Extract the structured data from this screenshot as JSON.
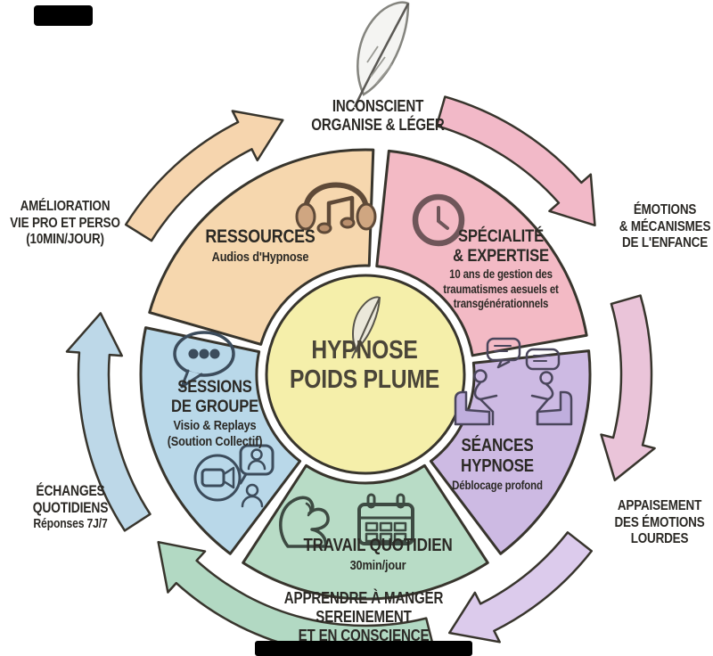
{
  "title": "Hypnose Poids Plume — cycle diagram",
  "center": {
    "line1": "HYPNOSE",
    "line2": "POIDS PLUME",
    "bg": "#f5efaa",
    "icon": "feather-icon"
  },
  "segments": [
    {
      "name": "ressources",
      "color": "#f6d7ae",
      "icon": "headphones-music-note-icon",
      "lines": [
        "RESSOURCES"
      ],
      "sub": [
        "Audios d'Hypnose"
      ]
    },
    {
      "name": "specialite-expertise",
      "color": "#f3bac5",
      "icon": "clock-icon",
      "lines": [
        "SPÉCIALITÉ",
        "& EXPERTISE"
      ],
      "sub": [
        "10 ans de gestion des",
        "traumatismes aesuels et",
        "transgénérationnels"
      ]
    },
    {
      "name": "seances-hypnose",
      "color": "#cdbae3",
      "icon": "therapy-conversation-icon",
      "lines": [
        "SÉANCES",
        "HYPNOSE"
      ],
      "sub": [
        "Déblocage profond"
      ]
    },
    {
      "name": "travail-quotidien",
      "color": "#b8dcc6",
      "icon": "bicep-calendar-icon",
      "lines": [
        "TRAVAIL QUOTIDIEN"
      ],
      "sub": [
        "30min/jour"
      ]
    },
    {
      "name": "sessions-de-groupe",
      "color": "#b9d8e9",
      "icon": "chat-video-icon",
      "lines": [
        "SESSIONS",
        "DE GROUPE"
      ],
      "sub": [
        "Visio & Replays",
        "(Soution Collectif)"
      ]
    }
  ],
  "outer_labels": {
    "top": {
      "lines": [
        "INCONSCIENT",
        "ORGANISE & LÉGER"
      ]
    },
    "right_top": {
      "lines": [
        "ÉMOTIONS",
        "& MÉCANISMES",
        "DE L'ENFANCE"
      ]
    },
    "right_bottom": {
      "lines": [
        "APPAISEMENT",
        "DES ÉMOTIONS",
        "LOURDES"
      ]
    },
    "bottom": {
      "lines": [
        "APPRENDRE À MANGER",
        "SEREINEMENT",
        "ET EN CONSCIENCE"
      ]
    },
    "left_bottom": {
      "lines": [
        "ÉCHANGES",
        "QUOTIDIENS"
      ],
      "sub": "Réponses 7J/7"
    },
    "left_top": {
      "lines": [
        "AMÉLIORATION",
        "VIE PRO ET PERSO",
        "(10MIN/JOUR)"
      ]
    }
  },
  "arrows": [
    {
      "name": "arrow-top-left",
      "color": "#f6d5ae"
    },
    {
      "name": "arrow-top-right",
      "color": "#f2b9c8"
    },
    {
      "name": "arrow-right",
      "color": "#eac4d9"
    },
    {
      "name": "arrow-bottom-right",
      "color": "#dccbec"
    },
    {
      "name": "arrow-bottom-left",
      "color": "#b2d9c3"
    },
    {
      "name": "arrow-left",
      "color": "#bdd8e8"
    }
  ],
  "colors": {
    "outline": "#38352d",
    "text": "#2b2925",
    "center_text": "#4a4538"
  }
}
